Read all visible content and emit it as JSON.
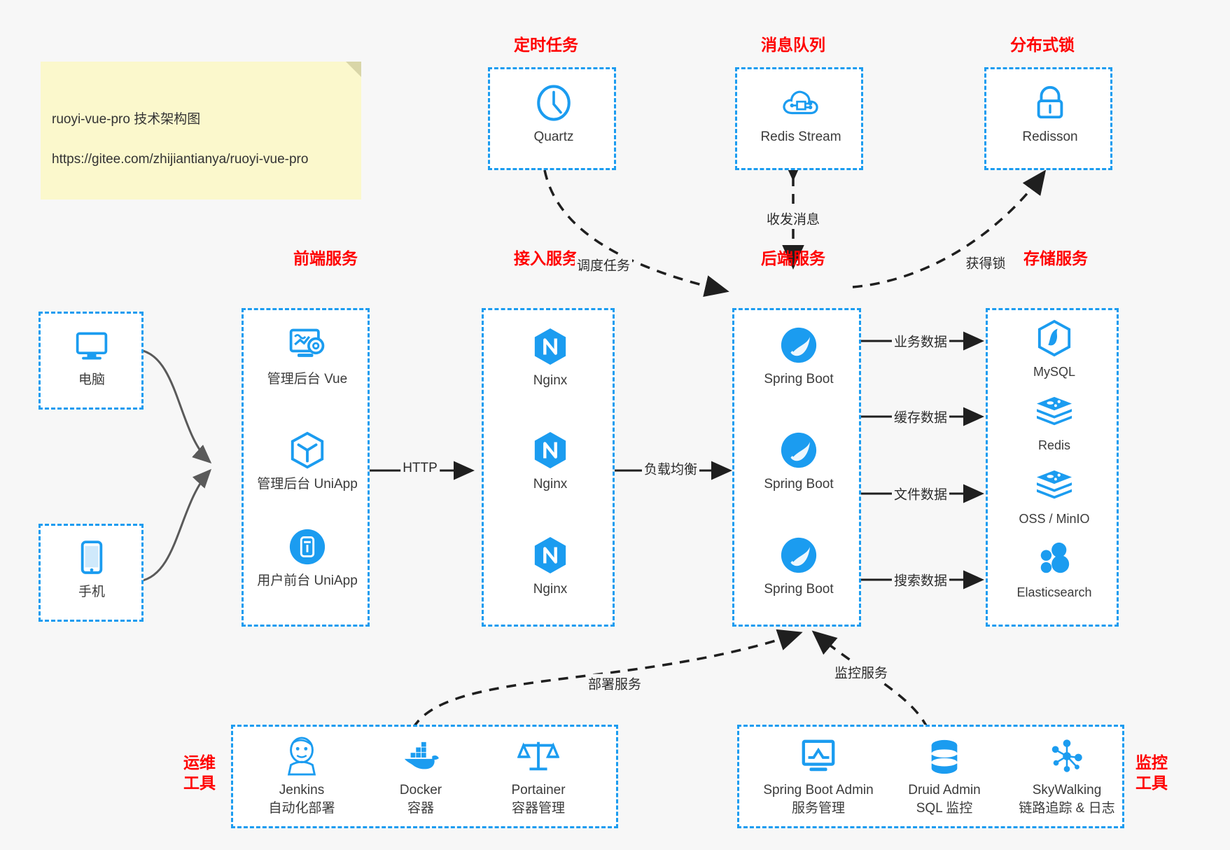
{
  "note": {
    "line1": "ruoyi-vue-pro 技术架构图",
    "line2": "https://gitee.com/zhijiantianya/ruoyi-vue-pro"
  },
  "colors": {
    "accent": "#1b9cf0",
    "title_red": "#ff0000",
    "edge_gray": "#5a5a5a",
    "edge_black": "#1f1f1f",
    "note_bg": "#fbf8cc",
    "canvas_bg": "#f7f7f7"
  },
  "groups": {
    "scheduler": {
      "title": "定时任务"
    },
    "mq": {
      "title": "消息队列"
    },
    "lock": {
      "title": "分布式锁"
    },
    "frontend": {
      "title": "前端服务"
    },
    "gateway": {
      "title": "接入服务"
    },
    "backend": {
      "title": "后端服务"
    },
    "storage": {
      "title": "存储服务"
    },
    "devops": {
      "title": "运维\n工具"
    },
    "monitor": {
      "title": "监控\n工具"
    }
  },
  "nodes": {
    "quartz": {
      "label": "Quartz",
      "icon": "clock-icon"
    },
    "redis_stream": {
      "label": "Redis Stream",
      "icon": "cloud-stream-icon"
    },
    "redisson": {
      "label": "Redisson",
      "icon": "lock-icon"
    },
    "pc": {
      "label": "电脑",
      "icon": "desktop-icon"
    },
    "phone": {
      "label": "手机",
      "icon": "phone-icon"
    },
    "admin_vue": {
      "label": "管理后台 Vue",
      "icon": "dashboard-gear-icon"
    },
    "admin_uniapp": {
      "label": "管理后台 UniApp",
      "icon": "cube-icon"
    },
    "user_uniapp": {
      "label": "用户前台 UniApp",
      "icon": "mobile-app-icon"
    },
    "nginx1": {
      "label": "Nginx",
      "icon": "nginx-icon"
    },
    "nginx2": {
      "label": "Nginx",
      "icon": "nginx-icon"
    },
    "nginx3": {
      "label": "Nginx",
      "icon": "nginx-icon"
    },
    "spring1": {
      "label": "Spring Boot",
      "icon": "spring-icon"
    },
    "spring2": {
      "label": "Spring Boot",
      "icon": "spring-icon"
    },
    "spring3": {
      "label": "Spring Boot",
      "icon": "spring-icon"
    },
    "mysql": {
      "label": "MySQL",
      "icon": "mysql-icon"
    },
    "redis": {
      "label": "Redis",
      "icon": "redis-stack-icon"
    },
    "oss": {
      "label": "OSS / MinIO",
      "icon": "oss-stack-icon"
    },
    "es": {
      "label": "Elasticsearch",
      "icon": "elasticsearch-icon"
    },
    "jenkins": {
      "label": "Jenkins\n自动化部署",
      "icon": "jenkins-icon"
    },
    "docker": {
      "label": "Docker\n容器",
      "icon": "docker-icon"
    },
    "portainer": {
      "label": "Portainer\n容器管理",
      "icon": "scales-icon"
    },
    "sba": {
      "label": "Spring Boot Admin\n服务管理",
      "icon": "monitor-chart-icon"
    },
    "druid": {
      "label": "Druid Admin\nSQL 监控",
      "icon": "database-icon"
    },
    "skywalking": {
      "label": "SkyWalking\n链路追踪 & 日志",
      "icon": "network-nodes-icon"
    }
  },
  "edge_labels": {
    "schedule_task": "调度任务",
    "send_receive_msg": "收发消息",
    "acquire_lock": "获得锁",
    "http": "HTTP",
    "load_balance": "负载均衡",
    "business_data": "业务数据",
    "cache_data": "缓存数据",
    "file_data": "文件数据",
    "search_data": "搜索数据",
    "deploy_service": "部署服务",
    "monitor_service": "监控服务"
  }
}
